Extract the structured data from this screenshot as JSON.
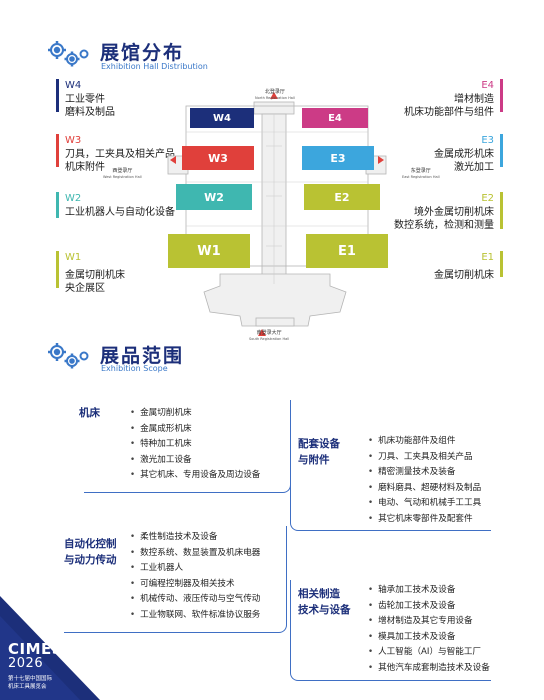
{
  "section1": {
    "title": "展馆分布",
    "subtitle": "Exhibition Hall Distribution"
  },
  "left_labels": [
    {
      "code": "W4",
      "lines": [
        "工业零件",
        "磨料及制品"
      ],
      "color": "#1c2f7a"
    },
    {
      "code": "W3",
      "lines": [
        "刀具，工夹具及相关产品",
        "机床附件"
      ],
      "color": "#e0403b"
    },
    {
      "code": "W2",
      "lines": [
        "工业机器人与自动化设备"
      ],
      "color": "#3fb7b0"
    },
    {
      "code": "W1",
      "lines": [
        "金属切削机床",
        "央企展区"
      ],
      "color": "#b9c233"
    }
  ],
  "right_labels": [
    {
      "code": "E4",
      "lines": [
        "增材制造",
        "机床功能部件与组件"
      ],
      "color": "#cc3b86"
    },
    {
      "code": "E3",
      "lines": [
        "金属成形机床",
        "激光加工"
      ],
      "color": "#3ca6dd"
    },
    {
      "code": "E2",
      "lines": [
        "境外金属切削机床",
        "数控系统，检测和测量"
      ],
      "color": "#b9c233"
    },
    {
      "code": "E1",
      "lines": [
        "金属切削机床"
      ],
      "color": "#b9c233"
    }
  ],
  "halls": {
    "w4": "W4",
    "w3": "W3",
    "w2": "W2",
    "w1": "W1",
    "e4": "E4",
    "e3": "E3",
    "e2": "E2",
    "e1": "E1"
  },
  "registration": {
    "north_cn": "北登录厅",
    "north_en": "North Registration Hall",
    "west_cn": "西登录厅",
    "west_en": "West Registration Hall",
    "east_cn": "东登录厅",
    "east_en": "East Registration Hall",
    "south_cn": "南登录大厅",
    "south_en": "South Registration Hall"
  },
  "section2": {
    "title": "展品范围",
    "subtitle": "Exhibition Scope"
  },
  "scope": {
    "machine_tools": {
      "title": "机床",
      "items": [
        "金属切削机床",
        "金属成形机床",
        "特种加工机床",
        "激光加工设备",
        "其它机床、专用设备及周边设备"
      ]
    },
    "accessories": {
      "title_1": "配套设备",
      "title_2": "与附件",
      "items": [
        "机床功能部件及组件",
        "刀具、工夹具及相关产品",
        "精密测量技术及装备",
        "磨料磨具、超硬材料及制品",
        "电动、气动和机械手工工具",
        "其它机床零部件及配套件"
      ]
    },
    "automation": {
      "title_1": "自动化控制",
      "title_2": "与动力传动",
      "items": [
        "柔性制造技术及设备",
        "数控系统、数显装置及机床电器",
        "工业机器人",
        "可编程控制器及相关技术",
        "机械传动、液压传动与空气传动",
        "工业物联网、软件标准协议服务"
      ]
    },
    "manufacturing": {
      "title_1": "相关制造",
      "title_2": "技术与设备",
      "items": [
        "轴承加工技术及设备",
        "齿轮加工技术及设备",
        "增材制造及其它专用设备",
        "模具加工技术及设备",
        "人工智能（AI）与智能工厂",
        "其他汽车成套制造技术及设备"
      ]
    }
  },
  "brand": {
    "name": "CIMES",
    "year": "2026",
    "line1": "第十七届中国国际",
    "line2": "机床工具展览会"
  }
}
